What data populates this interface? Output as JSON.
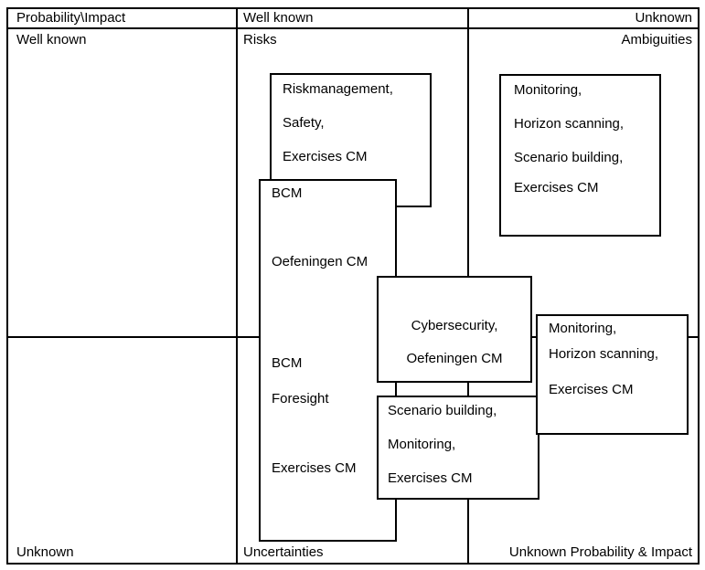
{
  "matrix": {
    "header": {
      "corner": "Probability\\Impact",
      "col_well_known": "Well known",
      "col_unknown": "Unknown"
    },
    "row_well_known": {
      "label": "Well known",
      "cell_well_known": "Risks",
      "cell_unknown": "Ambiguities"
    },
    "row_unknown": {
      "label": "Unknown",
      "cell_well_known": "Uncertainties",
      "cell_unknown": "Unknown Probability & Impact"
    }
  },
  "boxes": {
    "risk": {
      "lines": [
        "Riskmanagement,",
        "Safety,",
        "Exercises CM"
      ]
    },
    "ambiguity": {
      "lines": [
        "Monitoring,",
        "Horizon scanning,",
        "Scenario building,",
        "Exercises CM"
      ]
    },
    "bcm_tall": {
      "lines": [
        "BCM",
        "Oefeningen CM",
        "BCM",
        "Foresight",
        "Exercises CM"
      ]
    },
    "cybersecurity": {
      "lines": [
        "Cybersecurity,",
        "Oefeningen CM"
      ]
    },
    "scenario": {
      "lines": [
        "Scenario building,",
        "Monitoring,",
        "Exercises CM"
      ]
    },
    "monitoring_right": {
      "lines": [
        "Monitoring,",
        "Horizon scanning,",
        "Exercises CM"
      ]
    }
  },
  "colors": {
    "border": "#000000",
    "background": "#ffffff",
    "text": "#000000"
  }
}
